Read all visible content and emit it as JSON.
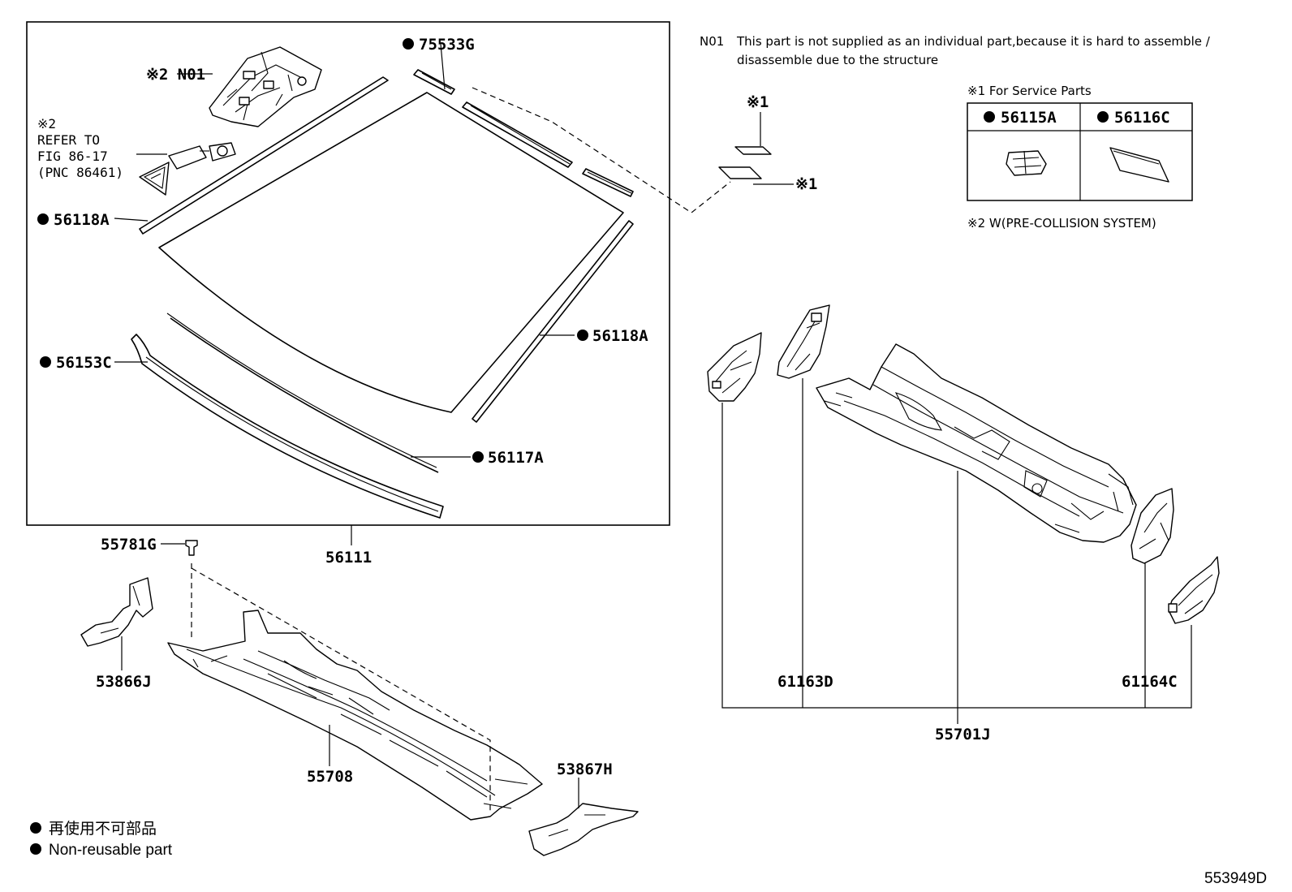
{
  "notes": {
    "n01_code": "N01",
    "n01_line1": "This part is not supplied as an individual part,because it is hard to assemble /",
    "n01_line2": "disassemble due to the structure",
    "service_title": "※1 For Service Parts",
    "service_a": "56115A",
    "service_c": "56116C",
    "precollision": "※2 W(PRE-COLLISION SYSTEM)"
  },
  "refer": {
    "mark": "※2",
    "line1": "REFER TO",
    "line2": "FIG 86-17",
    "line3": "(PNC 86461)"
  },
  "labels": {
    "n01": "※2 N01",
    "p75533g": "75533G",
    "p56118a_left": "56118A",
    "p56118a_right": "56118A",
    "p56153c": "56153C",
    "p56117a": "56117A",
    "p56111": "56111",
    "mark1_top": "※1",
    "mark1_side": "※1",
    "p55781g": "55781G",
    "p53866j": "53866J",
    "p55708": "55708",
    "p53867h": "53867H",
    "p61163d": "61163D",
    "p61164c": "61164C",
    "p55701j": "55701J"
  },
  "legend": {
    "jp": "再使用不可部品",
    "en": "Non-reusable part"
  },
  "diagram_id": "553949D"
}
